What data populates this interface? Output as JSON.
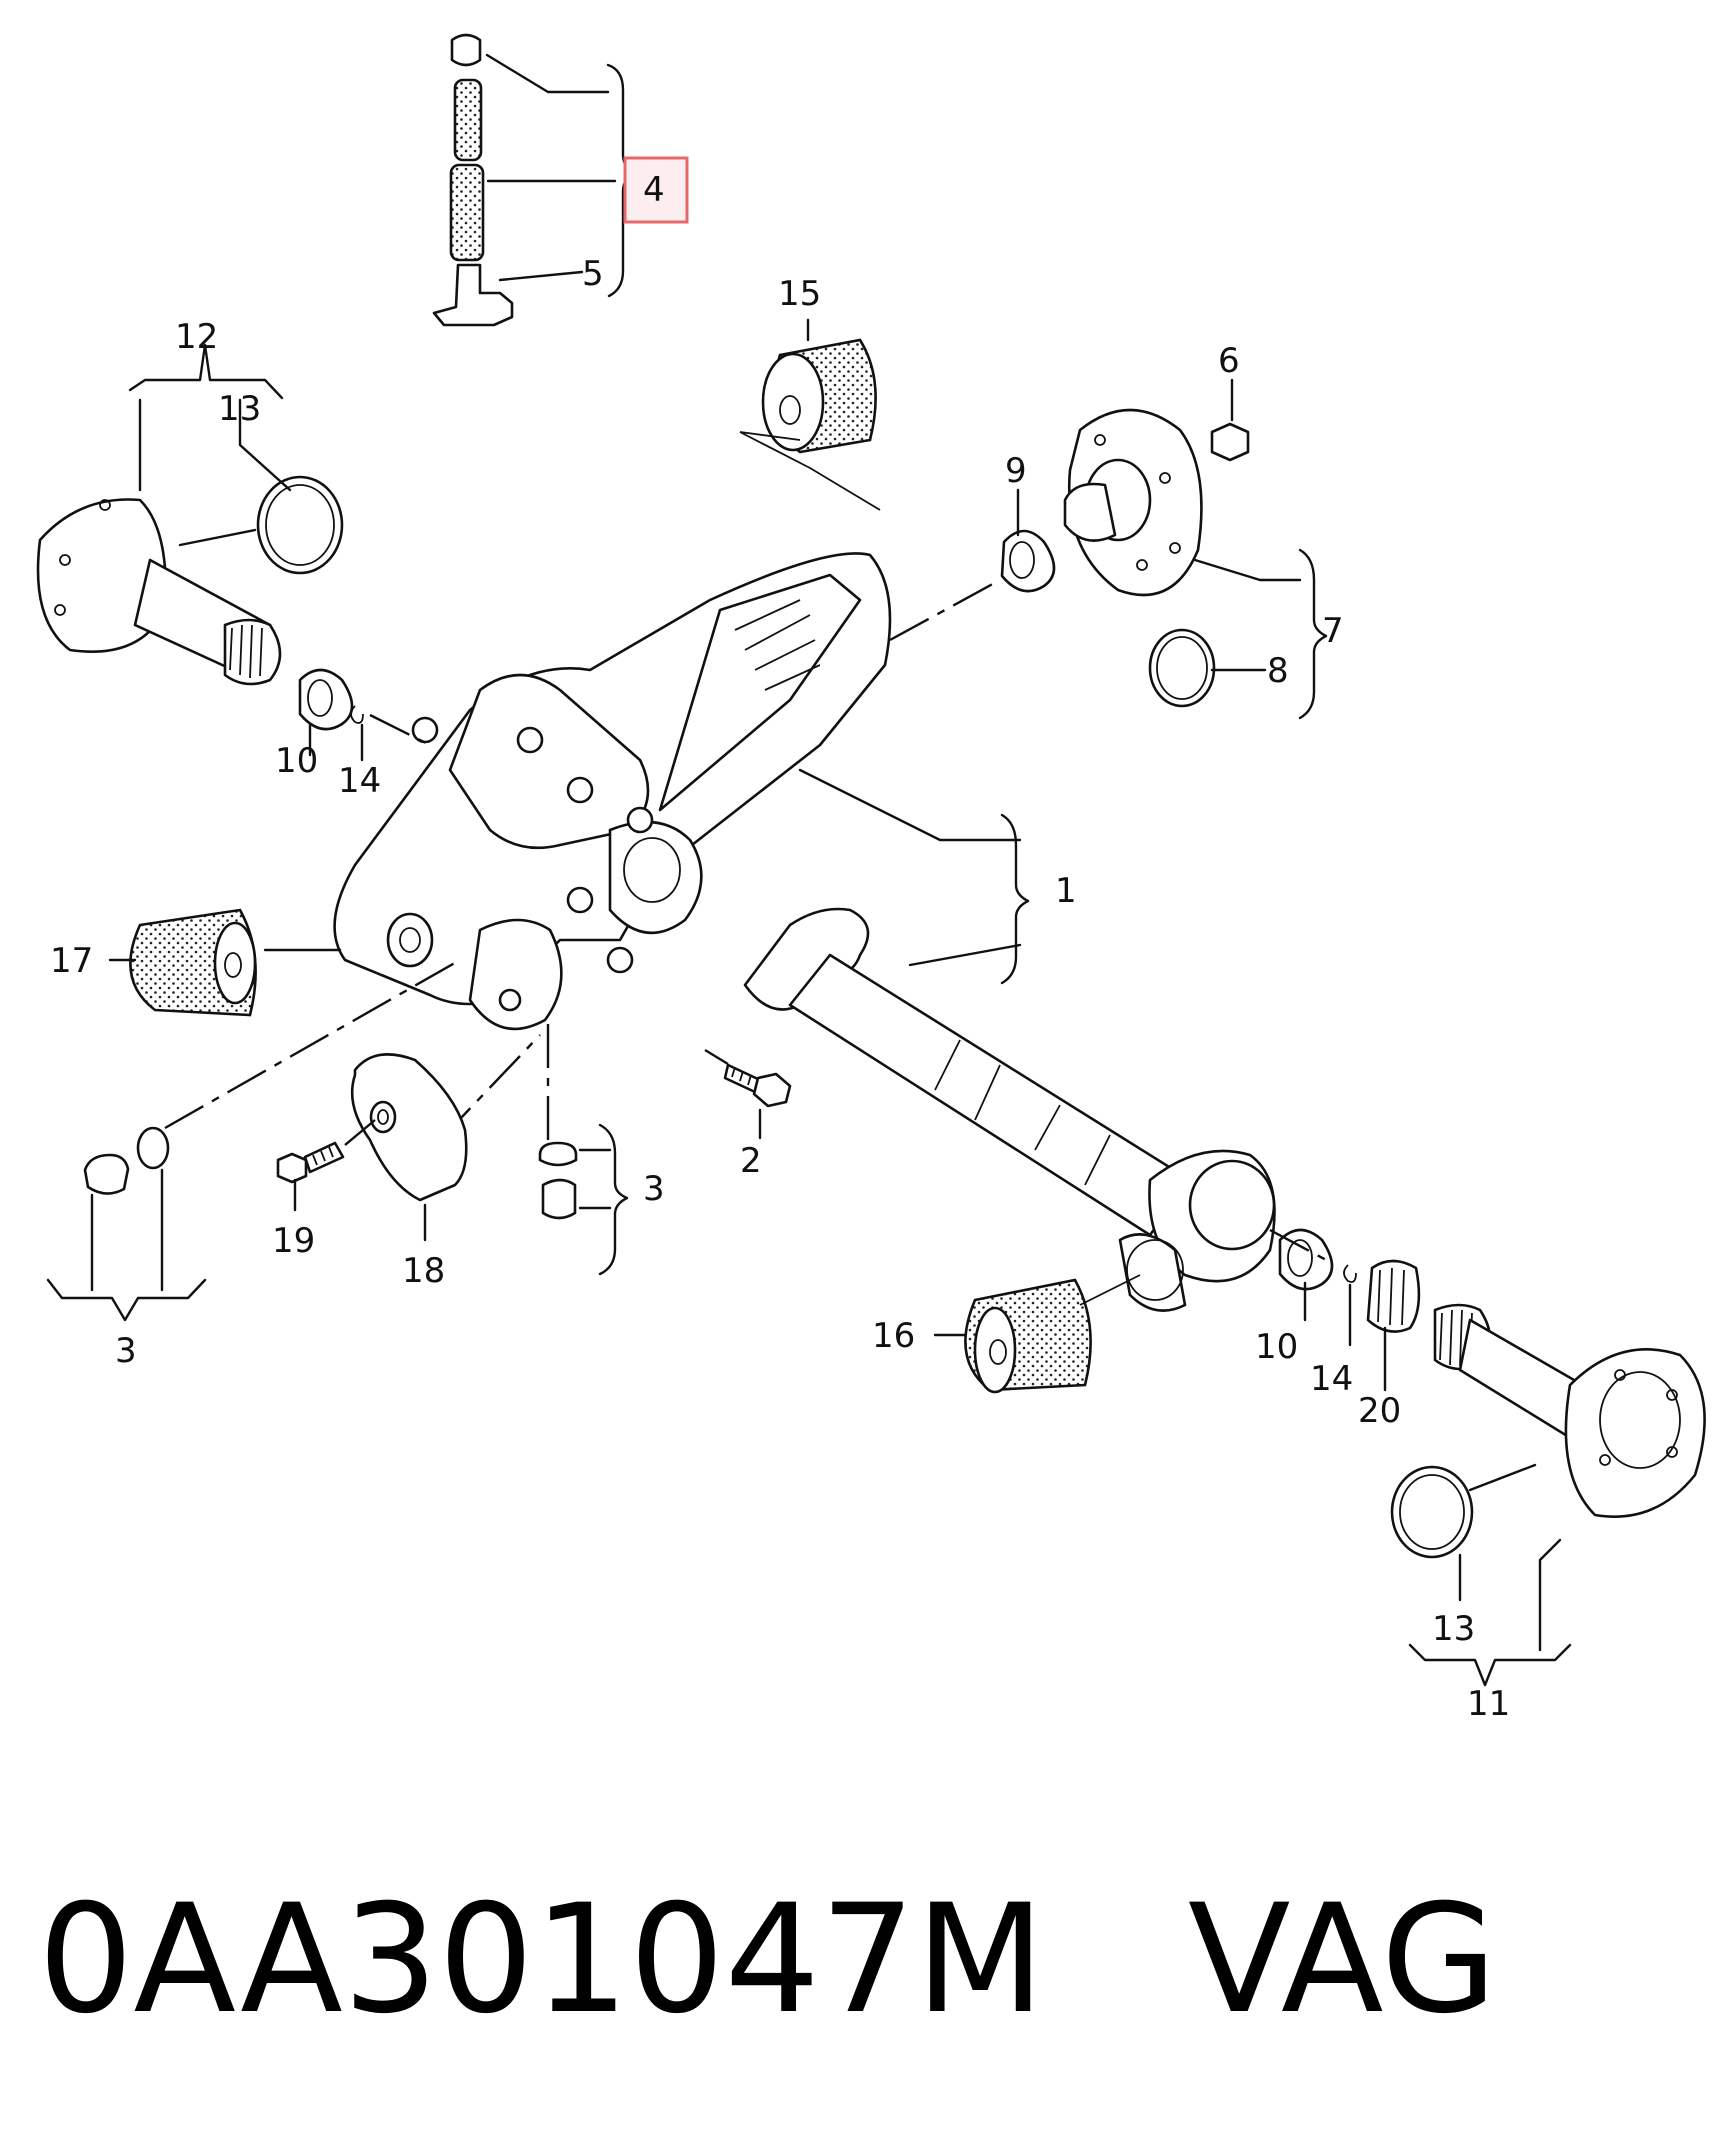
{
  "highlight_color": "#e8686a",
  "callouts": [
    {
      "id": "c1",
      "label": "1"
    },
    {
      "id": "c2",
      "label": "2"
    },
    {
      "id": "c3a",
      "label": "3"
    },
    {
      "id": "c3b",
      "label": "3"
    },
    {
      "id": "c4",
      "label": "4"
    },
    {
      "id": "c5",
      "label": "5"
    },
    {
      "id": "c6",
      "label": "6"
    },
    {
      "id": "c7",
      "label": "7"
    },
    {
      "id": "c8",
      "label": "8"
    },
    {
      "id": "c9",
      "label": "9"
    },
    {
      "id": "c10a",
      "label": "10"
    },
    {
      "id": "c10b",
      "label": "10"
    },
    {
      "id": "c11",
      "label": "11"
    },
    {
      "id": "c12",
      "label": "12"
    },
    {
      "id": "c13a",
      "label": "13"
    },
    {
      "id": "c13b",
      "label": "13"
    },
    {
      "id": "c14a",
      "label": "14"
    },
    {
      "id": "c14b",
      "label": "14"
    },
    {
      "id": "c15",
      "label": "15"
    },
    {
      "id": "c16",
      "label": "16"
    },
    {
      "id": "c17",
      "label": "17"
    },
    {
      "id": "c18",
      "label": "18"
    },
    {
      "id": "c19",
      "label": "19"
    },
    {
      "id": "c20",
      "label": "20"
    }
  ],
  "caption": {
    "part_number": "0AA301047M",
    "brand": "VAG"
  }
}
